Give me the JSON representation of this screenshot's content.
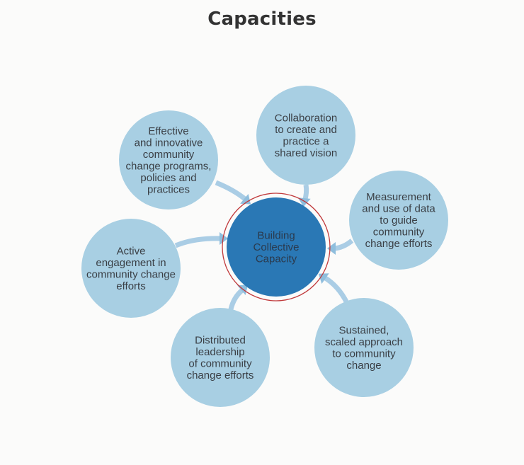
{
  "title": "Capacities",
  "colors": {
    "satellite_fill": "#a8cfe3",
    "center_fill": "#2a78b5",
    "center_ring": "#c0393b",
    "arrow": "#8fbedd",
    "text": "#3a3f45"
  },
  "center": {
    "label_lines": [
      "Building",
      "Collective",
      "Capacity"
    ]
  },
  "nodes": [
    {
      "id": "collaboration",
      "label_lines": [
        "Collaboration",
        "to create and",
        "practice a",
        "shared vision"
      ]
    },
    {
      "id": "measurement",
      "label_lines": [
        "Measurement",
        "and use of data",
        "to guide",
        "community",
        "change efforts"
      ]
    },
    {
      "id": "sustained",
      "label_lines": [
        "Sustained,",
        "scaled approach",
        "to community",
        "change"
      ]
    },
    {
      "id": "distributed",
      "label_lines": [
        "Distributed",
        "leadership",
        "of community",
        "change efforts"
      ]
    },
    {
      "id": "active",
      "label_lines": [
        "Active",
        "engagement in",
        "community change",
        "efforts"
      ]
    },
    {
      "id": "effective",
      "label_lines": [
        "Effective",
        "and innovative",
        "community",
        "change programs,",
        "policies and",
        "practices"
      ]
    }
  ]
}
